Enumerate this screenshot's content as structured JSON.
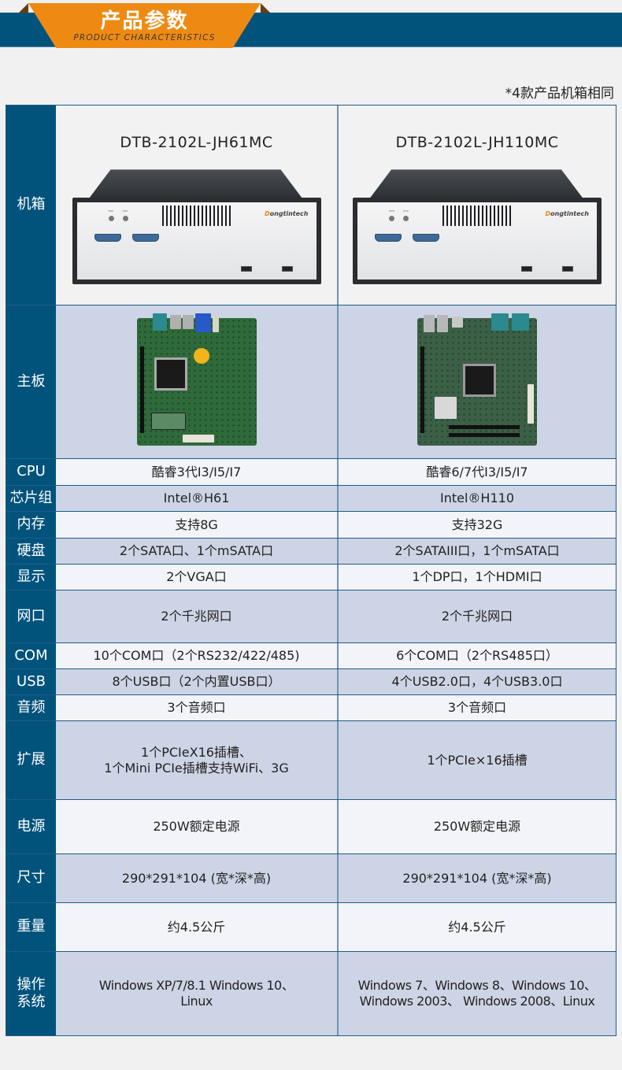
{
  "header": {
    "title": "产品参数",
    "subtitle": "PRODUCT CHARACTERISTICS",
    "colors": {
      "bar": "#02537c",
      "tab": "#ee8a12"
    }
  },
  "note": "*4款产品机箱相同",
  "products": [
    {
      "model": "DTB-2102L-JH61MC"
    },
    {
      "model": "DTB-2102L-JH110MC"
    }
  ],
  "chassis_image": {
    "brand": "ongtintech",
    "brand_initial": "D",
    "led_labels": [
      "PWR",
      "HDD"
    ]
  },
  "rows": [
    {
      "label": "机箱",
      "kind": "image-chassis"
    },
    {
      "label": "主板",
      "kind": "image-motherboard"
    },
    {
      "label": "CPU",
      "values": [
        "酷睿3代I3/I5/I7",
        "酷睿6/7代I3/I5/I7"
      ]
    },
    {
      "label": "芯片组",
      "values": [
        "Intel®H61",
        "Intel®H110"
      ]
    },
    {
      "label": "内存",
      "values": [
        "支持8G",
        "支持32G"
      ]
    },
    {
      "label": "硬盘",
      "values": [
        "2个SATA口、1个mSATA口",
        "2个SATAIII口，1个mSATA口"
      ]
    },
    {
      "label": "显示",
      "values": [
        "2个VGA口",
        "1个DP口，1个HDMI口"
      ]
    },
    {
      "label": "网口",
      "values": [
        "2个千兆网口",
        "2个千兆网口"
      ]
    },
    {
      "label": "COM",
      "values": [
        "10个COM口（2个RS232/422/485)",
        "6个COM口（2个RS485口）"
      ]
    },
    {
      "label": "USB",
      "values": [
        "8个USB口（2个内置USB口）",
        "4个USB2.0口，4个USB3.0口"
      ]
    },
    {
      "label": "音频",
      "values": [
        "3个音频口",
        "3个音频口"
      ]
    },
    {
      "label": "扩展",
      "values": [
        "1个PCIeX16插槽、\n1个Mini PCIe插槽支持WiFi、3G",
        "1个PCIe×16插槽"
      ]
    },
    {
      "label": "电源",
      "values": [
        "250W额定电源",
        "250W额定电源"
      ]
    },
    {
      "label": "尺寸",
      "values": [
        "290*291*104 (宽*深*高)",
        "290*291*104 (宽*深*高)"
      ]
    },
    {
      "label": "重量",
      "values": [
        "约4.5公斤",
        "约4.5公斤"
      ]
    },
    {
      "label": "操作\n系统",
      "values": [
        "Windows XP/7/8.1 Windows 10、\nLinux",
        "Windows 7、Windows 8、Windows 10、\nWindows 2003、 Windows 2008、Linux"
      ]
    }
  ]
}
